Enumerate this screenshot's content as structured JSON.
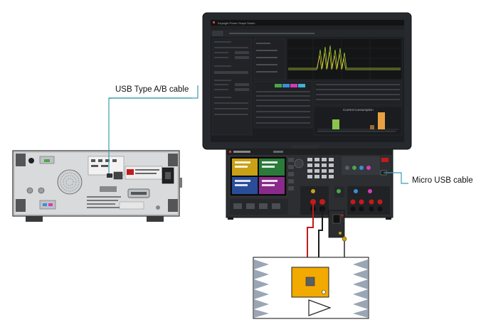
{
  "labels": {
    "usb_ab": "USB Type A/B cable",
    "micro_usb": "Micro USB cable"
  },
  "monitor": {
    "app_title": "Keysight Power Graph Studio",
    "chart_title": "Current Consumption"
  },
  "colors": {
    "cable_usb": "#3a9fae",
    "cable_red": "#c41a1a",
    "cable_black": "#1a1a1a",
    "dut_board": "#f2a900",
    "absorber": "#9aa6b5",
    "trace_green": "#9fd32a",
    "trace_yellow": "#d8c23a",
    "bar_orange": "#e8a042",
    "bar_green": "#8bc34a"
  }
}
